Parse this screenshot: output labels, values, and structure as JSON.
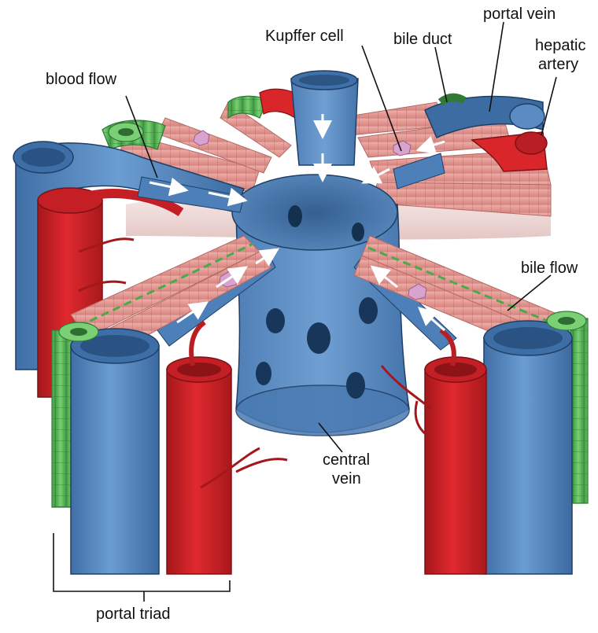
{
  "labels": {
    "blood_flow": "blood flow",
    "kupffer_cell": "Kupffer cell",
    "bile_duct": "bile duct",
    "portal_vein": "portal vein",
    "hepatic_artery_line1": "hepatic",
    "hepatic_artery_line2": "artery",
    "bile_flow": "bile flow",
    "central_vein_line1": "central",
    "central_vein_line2": "vein",
    "portal_triad": "portal triad"
  },
  "colors": {
    "vein_blue": "#5b8fc6",
    "vein_dark": "#2f5f93",
    "artery_red": "#d9262b",
    "artery_dark": "#8f1518",
    "bile_green": "#6cc167",
    "hepatocyte_pink": "#e59a95",
    "kupffer_lilac": "#d9a3cf",
    "background": "#ffffff",
    "inner_shade": "#e9d5d3"
  }
}
